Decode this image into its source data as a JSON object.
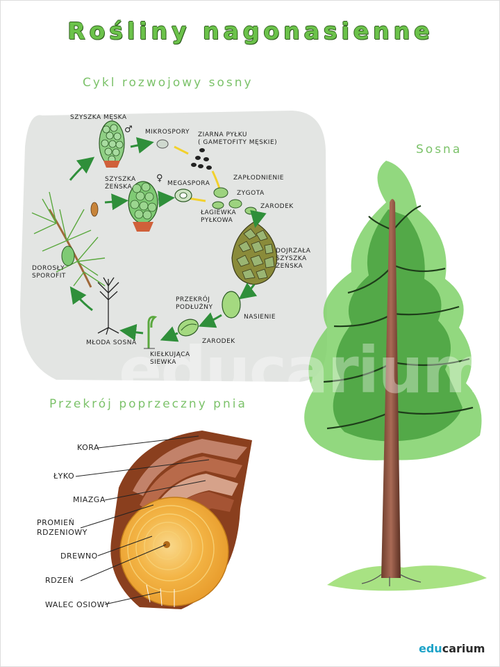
{
  "title": "Rośliny nagonasienne",
  "cycle_section": {
    "heading": "Cykl rozwojowy sosny"
  },
  "cycle_labels": {
    "male_cone": "Szyszka męska",
    "microspores": "Mikrospory",
    "pollen": "Ziarna pyłku\n( gametofity męskie)",
    "female_cone": "Szyszka żeńska",
    "megaspore": "Megaspora",
    "fertilization": "Zapłodnienie",
    "zygote": "Zygota",
    "pollen_tube": "Łagiewka\npyłkowa",
    "embryo_top": "Zarodek",
    "mature_cone": "Dojrzała\nszyszka\nżeńska",
    "adult": "Dorosły\nsporofit",
    "seed_section": "Przekrój\npodłużny",
    "seed": "Nasienie",
    "embryo_bottom": "Zarodek",
    "young_pine": "Młoda sosna",
    "seedling": "Kiełkująca\nsiewka",
    "male_symbol": "♂",
    "female_symbol": "♀"
  },
  "tree_label": "Sosna",
  "trunk_section": {
    "heading": "Przekrój poprzeczny pnia",
    "labels": [
      "Kora",
      "Łyko",
      "Miazga",
      "Promień\nrdzeniowy",
      "Drewno",
      "Rdzeń",
      "Walec osiowy"
    ]
  },
  "watermark": "educarium",
  "logo": {
    "part1": "edu",
    "part2": "carium"
  },
  "colors": {
    "green": "#6bc24a",
    "dark_green": "#2e5c1d",
    "panel": "#e3e5e3",
    "bark": "#8a3f1e",
    "wood": "#f4b34a",
    "arrow": "#2f8f3a",
    "yellow": "#f2d12c"
  }
}
